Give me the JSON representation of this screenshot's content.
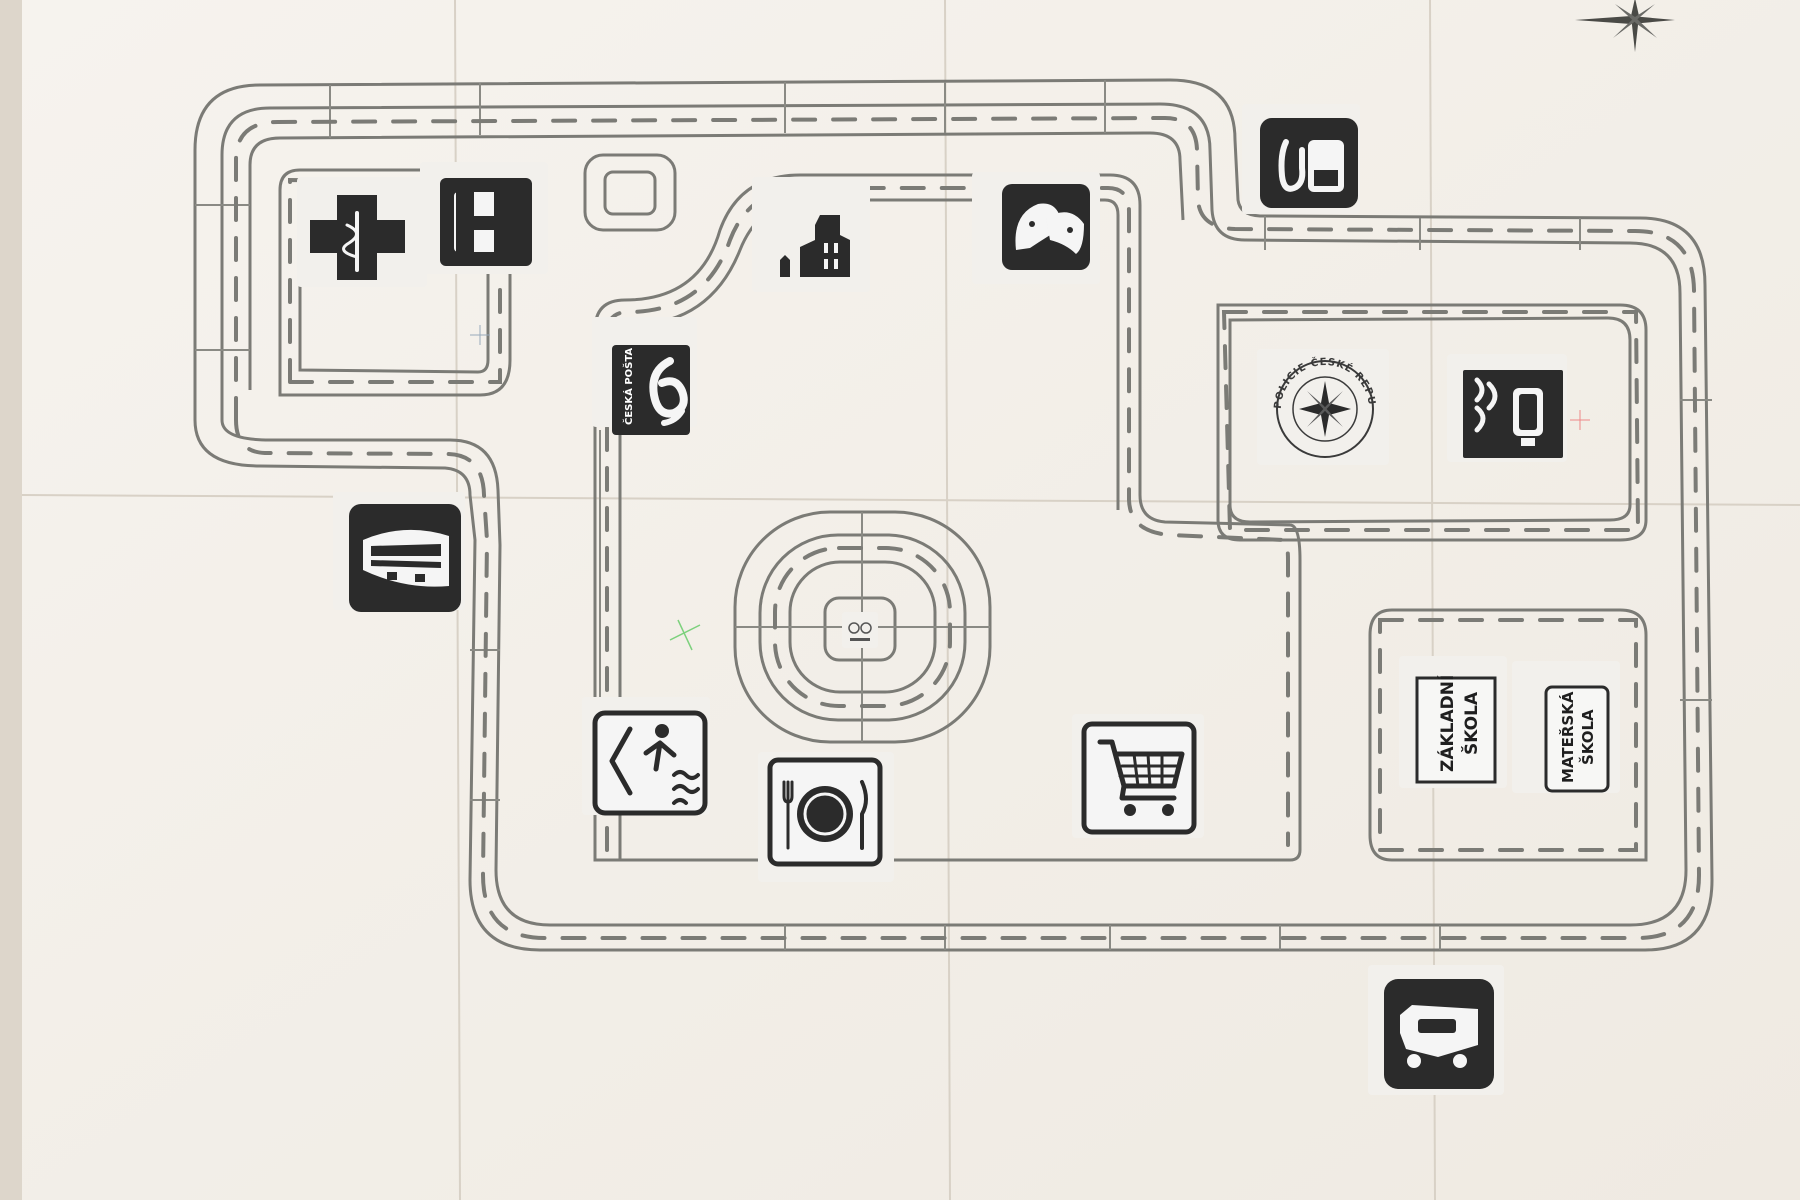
{
  "image": {
    "subject": "Printed road play-mat with stuck-on town building pictograms",
    "colors": {
      "paper": "#f4f1ec",
      "road_lines": "#7b7b76",
      "pictogram": "#2b2b2b"
    }
  },
  "icons": [
    "compass-rose-icon",
    "pharmacy-cross-icon",
    "hospital-h-icon",
    "church-icon",
    "theatre-masks-icon",
    "gas-station-icon",
    "ceska-posta-logo",
    "police-seal-icon",
    "fire-station-icon",
    "train-icon",
    "roundabout-center-logo",
    "swimming-icon",
    "restaurant-icon",
    "shopping-cart-icon",
    "zakladni-skola-sign",
    "materska-skola-sign",
    "car-accident-icon"
  ],
  "labels": {
    "posta": "ČESKÁ POŠTA",
    "police": "POLICIE ČESKÉ REPUBLIKY",
    "zakladni_line1": "ZÁKLADNÍ",
    "zakladni_line2": "ŠKOLA",
    "materska_line1": "MATEŘSKÁ",
    "materska_line2": "ŠKOLA"
  }
}
